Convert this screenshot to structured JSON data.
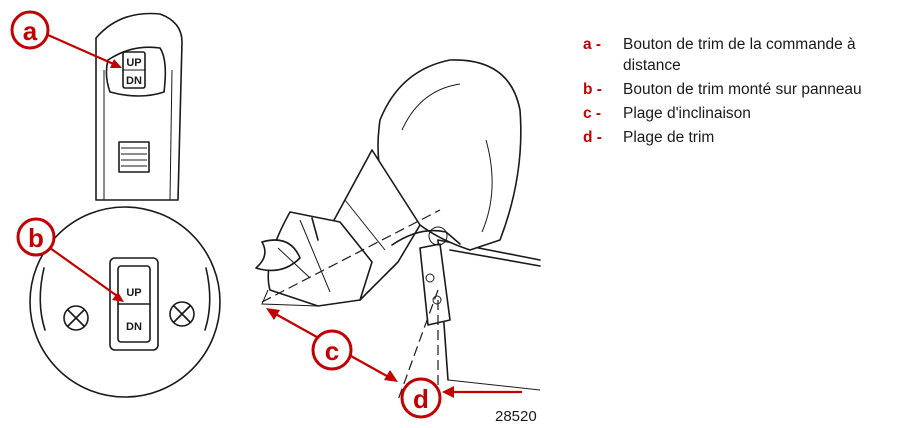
{
  "callouts": {
    "a": "a",
    "b": "b",
    "c": "c",
    "d": "d"
  },
  "switch_labels": {
    "up": "UP",
    "dn": "DN"
  },
  "figure_number": "28520",
  "legend": [
    {
      "key": "a -",
      "text": "Bouton de trim de la commande à distance"
    },
    {
      "key": "b -",
      "text": "Bouton de trim monté sur panneau"
    },
    {
      "key": "c -",
      "text": "Plage d'inclinaison"
    },
    {
      "key": "d -",
      "text": "Plage de trim"
    }
  ],
  "colors": {
    "callout": "#c00000",
    "ink": "#1a1a1a",
    "background": "#ffffff"
  },
  "icons": {
    "screw_left": "screw-icon",
    "screw_right": "screw-icon"
  }
}
